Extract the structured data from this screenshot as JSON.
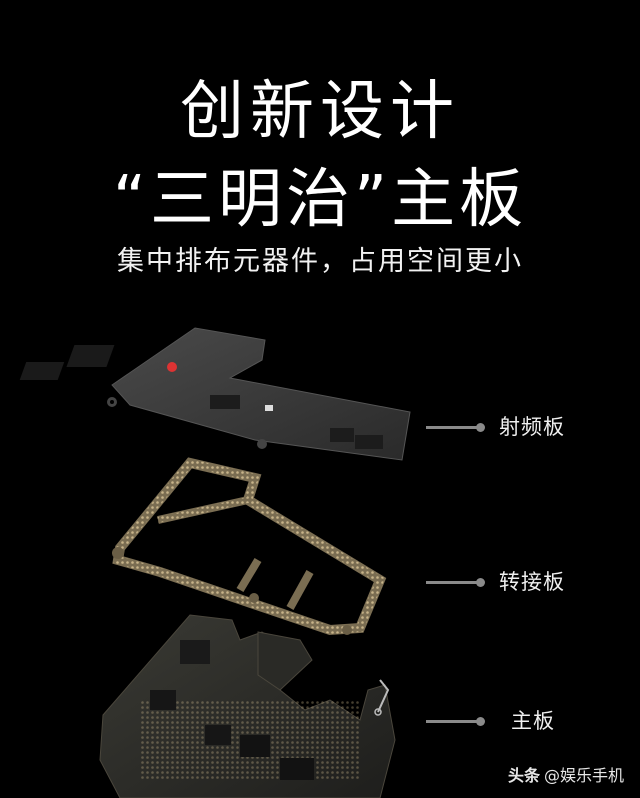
{
  "headline": {
    "line1": "创新设计",
    "line2": "“三明治”主板",
    "subtitle": "集中排布元器件，占用空间更小"
  },
  "callouts": [
    {
      "label": "射频板",
      "icon": "callout-dot"
    },
    {
      "label": "转接板",
      "icon": "callout-dot"
    },
    {
      "label": "主板",
      "icon": "callout-dot"
    }
  ],
  "watermark": {
    "brand": "头条",
    "handle": "@娱乐手机"
  },
  "colors": {
    "background": "#000000",
    "text": "#ffffff",
    "callout_line": "#8a8a8a",
    "rf_board": "#3a3a3a",
    "interposer": "#8a7a5a",
    "main_board": "#2e2e2a",
    "solder_gold": "#c8b48a"
  }
}
